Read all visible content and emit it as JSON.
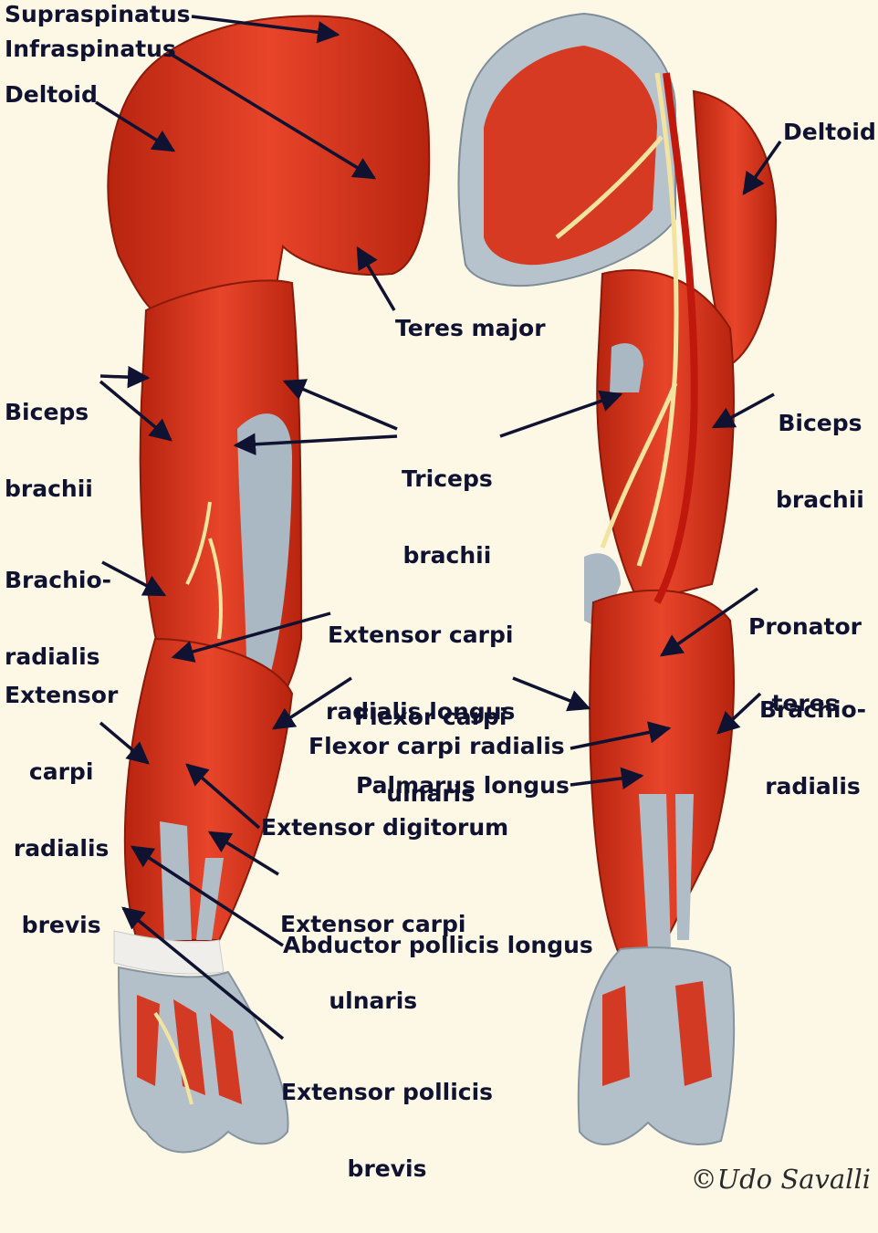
{
  "labels": {
    "supraspinatus": "Supraspinatus",
    "infraspinatus": "Infraspinatus",
    "deltoid_left": "Deltoid",
    "deltoid_right": "Deltoid",
    "teres_major": "Teres major",
    "biceps_left": [
      "Biceps",
      "brachii"
    ],
    "triceps": [
      "Triceps",
      "brachii"
    ],
    "biceps_right": [
      "Biceps",
      "brachii"
    ],
    "brachioradialis_left": [
      "Brachio-",
      "radialis"
    ],
    "ecrl": [
      "Extensor carpi",
      "radialis longus"
    ],
    "pronator_teres": [
      "Pronator",
      "teres"
    ],
    "ecrb": [
      "Extensor",
      "carpi",
      "radialis",
      "brevis"
    ],
    "fcu": [
      "Flexor carpi",
      "ulnaris"
    ],
    "brachioradialis_right": [
      "Brachio-",
      "radialis"
    ],
    "fcr": "Flexor carpi radialis",
    "palmarus_longus": "Palmarus longus",
    "extensor_digitorum": "Extensor digitorum",
    "ecu": [
      "Extensor carpi",
      "ulnaris"
    ],
    "apl": "Abductor pollicis longus",
    "epb": [
      "Extensor pollicis",
      "brevis"
    ]
  },
  "credit": "©Udo Savalli",
  "colors": {
    "background": "#fdf7e6",
    "muscle": "#d92e1a",
    "muscle_dark": "#a8200f",
    "tendon": "#a9b8c3",
    "nerve": "#f2e3a0",
    "label": "#0f1230"
  }
}
